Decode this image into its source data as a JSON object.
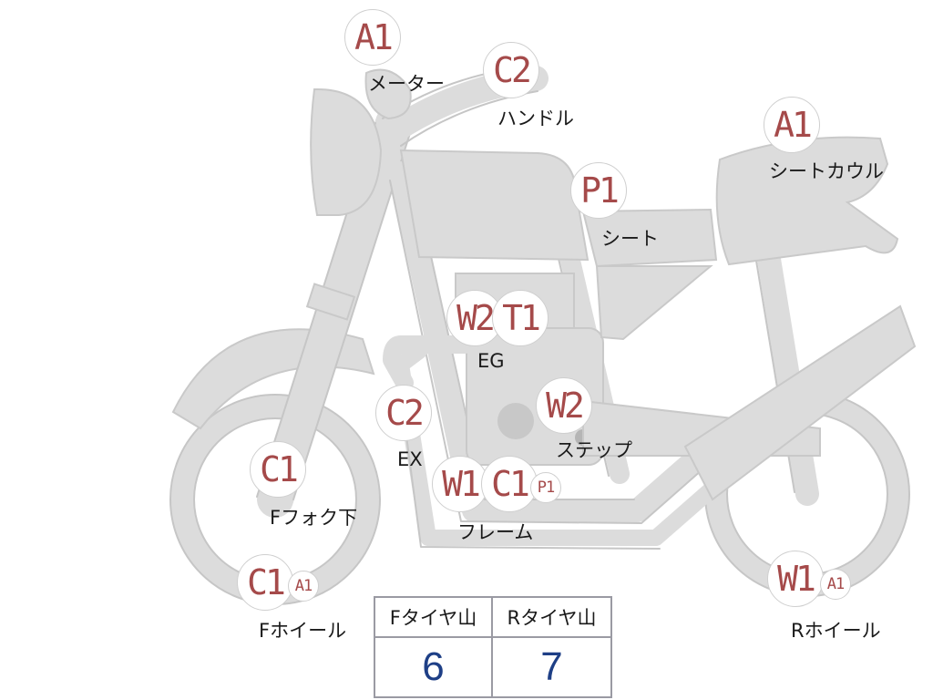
{
  "colors": {
    "bike_fill": "#dcdcdc",
    "bike_outline": "#c6c6c6",
    "badge_text": "#a54a4a",
    "label_text": "#1a1a1a",
    "table_value": "#1e3f86",
    "table_border": "#9a9aa3"
  },
  "grades": {
    "meter": "A1",
    "handle": "C2",
    "seat_cowl": "A1",
    "seat": "P1",
    "engine_1": "W2",
    "engine_2": "T1",
    "exhaust": "C2",
    "step": "W2",
    "frame_1": "W1",
    "frame_2": "C1",
    "frame_3": "P1",
    "front_fork_lower": "C1",
    "front_wheel_1": "C1",
    "front_wheel_2": "A1",
    "rear_wheel_1": "W1",
    "rear_wheel_2": "A1"
  },
  "labels": {
    "meter": "メーター",
    "handle": "ハンドル",
    "seat_cowl": "シートカウル",
    "seat": "シート",
    "engine": "EG",
    "exhaust": "EX",
    "step": "ステップ",
    "frame": "フレーム",
    "front_fork_lower": "Fフォク下",
    "front_wheel": "Fホイール",
    "rear_wheel": "Rホイール"
  },
  "tire_table": {
    "front_header": "Fタイヤ山",
    "rear_header": "Rタイヤ山",
    "front_value": "6",
    "rear_value": "7"
  }
}
